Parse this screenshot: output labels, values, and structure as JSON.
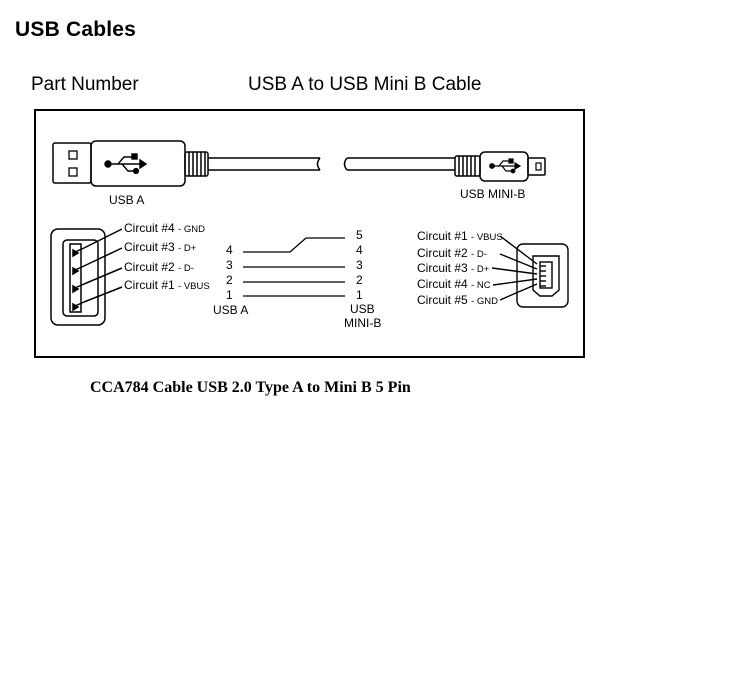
{
  "header": {
    "title": "USB Cables",
    "part_number_label": "Part Number",
    "cable_name": "USB A to USB Mini B Cable"
  },
  "diagram": {
    "usb_a_label": "USB A",
    "usb_mini_b_label": "USB MINI-B",
    "usb_a_circuits": [
      {
        "name": "Circuit #4",
        "signal": "- GND"
      },
      {
        "name": "Circuit #3",
        "signal": "- D+"
      },
      {
        "name": "Circuit #2",
        "signal": "- D-"
      },
      {
        "name": "Circuit #1",
        "signal": "- VBUS"
      }
    ],
    "mini_b_circuits": [
      {
        "name": "Circuit #1",
        "signal": "- VBUS"
      },
      {
        "name": "Circuit #2",
        "signal": "- D-"
      },
      {
        "name": "Circuit #3",
        "signal": "- D+"
      },
      {
        "name": "Circuit #4",
        "signal": "- NC"
      },
      {
        "name": "Circuit #5",
        "signal": "- GND"
      }
    ],
    "wiring": {
      "left_pins": [
        "4",
        "3",
        "2",
        "1"
      ],
      "right_pins": [
        "5",
        "4",
        "3",
        "2",
        "1"
      ],
      "left_label": "USB A",
      "right_label_line1": "USB",
      "right_label_line2": "MINI-B"
    }
  },
  "caption": "CCA784 Cable USB 2.0 Type A to Mini B 5 Pin"
}
